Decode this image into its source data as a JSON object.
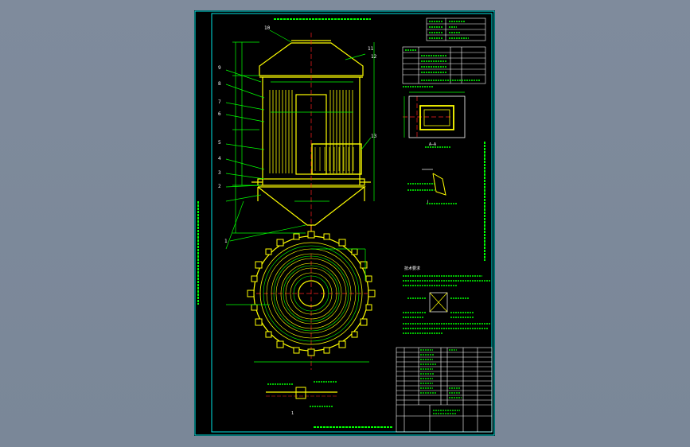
{
  "viewer": {
    "background_color": "#7d8a9b",
    "sheet_color": "#000000"
  },
  "drawing": {
    "colors": {
      "frame": "#00e5e5",
      "body": "#ffff00",
      "dims": "#00ff00",
      "center": "#ff2020",
      "text": "#ffffff",
      "accent": "#ff00ff"
    },
    "part_labels": [
      "1",
      "2",
      "3",
      "4",
      "5",
      "6",
      "7",
      "8",
      "9",
      "10",
      "11",
      "12",
      "13"
    ],
    "view_labels": {
      "section_a": "A—A",
      "detail_1": "1",
      "detail_2": "Ⅰ"
    },
    "tech_req_heading": "技术要求"
  }
}
